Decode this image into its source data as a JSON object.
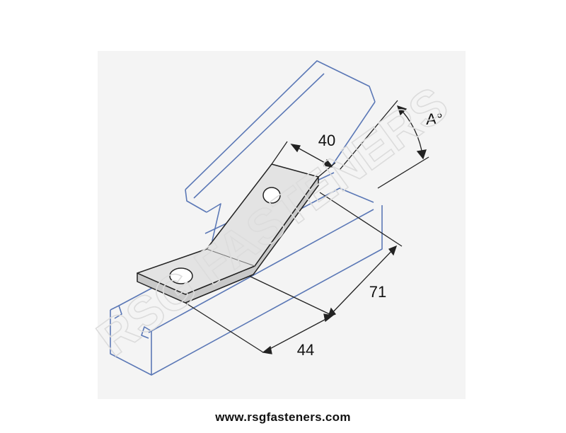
{
  "diagram": {
    "dimensions": {
      "width_top": "40",
      "angle": "A°",
      "length": "71",
      "width_base": "44"
    },
    "watermark": "RSG FASTENERS"
  },
  "footer": {
    "url": "www.rsgfasteners.com"
  },
  "colors": {
    "channel_stroke": "#5b78b6",
    "line": "#222222",
    "plate_fill": "#e3e3e3",
    "background_panel": "#f1f1f1"
  }
}
